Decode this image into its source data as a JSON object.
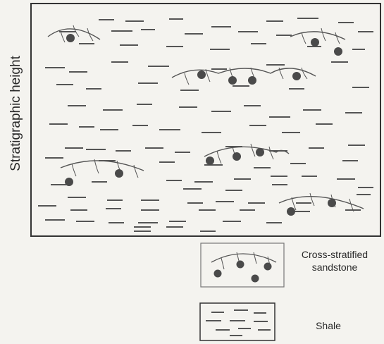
{
  "axis": {
    "y_label": "Stratigraphic height"
  },
  "legend": {
    "items": [
      {
        "label": "Cross-stratified\nsandstone",
        "symbol": "sandstone"
      },
      {
        "label": "Shale",
        "symbol": "shale"
      }
    ]
  },
  "colors": {
    "ink": "#555555",
    "dot": "#4a4a4a",
    "background": "#f4f3ef",
    "frame": "#333333"
  }
}
